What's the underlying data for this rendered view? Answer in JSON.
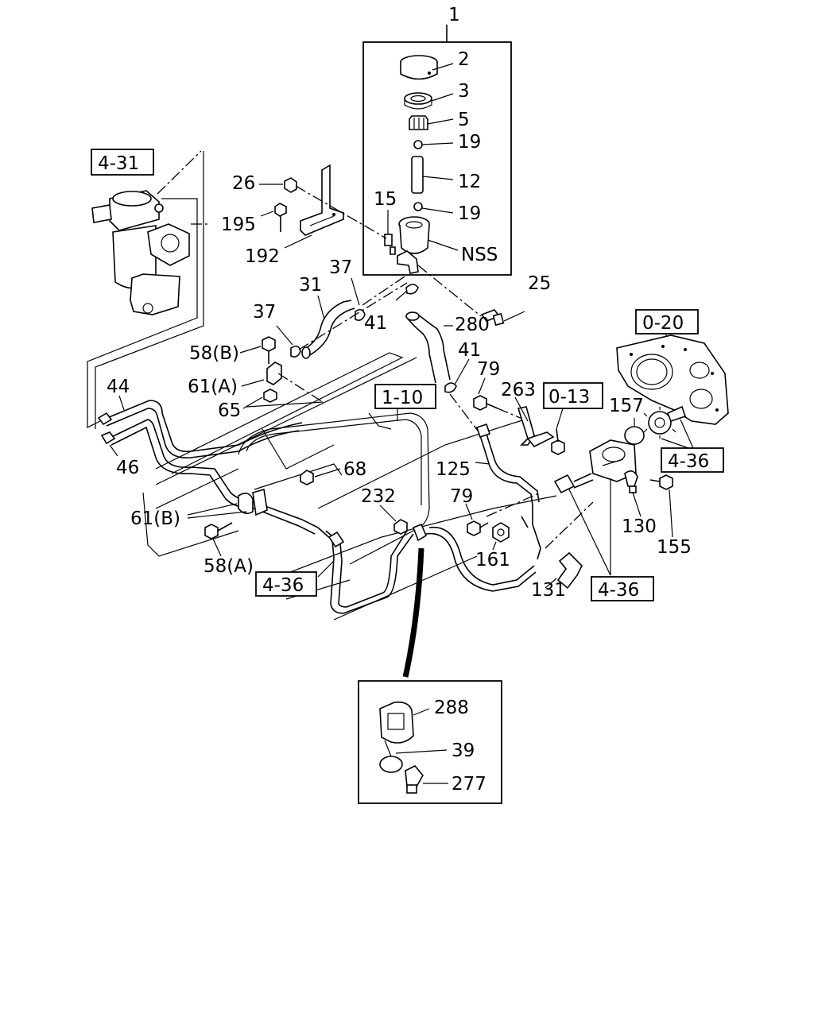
{
  "callouts": {
    "c1": "1",
    "c2": "2",
    "c3": "3",
    "c5": "5",
    "c19a": "19",
    "c12": "12",
    "c19b": "19",
    "c15": "15",
    "nss": "NSS",
    "c25": "25",
    "c26": "26",
    "c195": "195",
    "c192": "192",
    "c37a": "37",
    "c31": "31",
    "c41a": "41",
    "c280": "280",
    "c37b": "37",
    "c41b": "41",
    "c58b": "58(B)",
    "c61a": "61(A)",
    "c65": "65",
    "c44": "44",
    "c46": "46",
    "c79a": "79",
    "c263": "263",
    "c157": "157",
    "c68": "68",
    "c125": "125",
    "c232": "232",
    "c79b": "79",
    "c61b": "61(B)",
    "c58a": "58(A)",
    "c161": "161",
    "c130": "130",
    "c155": "155",
    "c131": "131",
    "c288": "288",
    "c39": "39",
    "c277": "277"
  },
  "refs": {
    "r431": "4-31",
    "r020": "0-20",
    "r110": "1-10",
    "r013": "0-13",
    "r436a": "4-36",
    "r436b": "4-36",
    "r436c": "4-36"
  }
}
